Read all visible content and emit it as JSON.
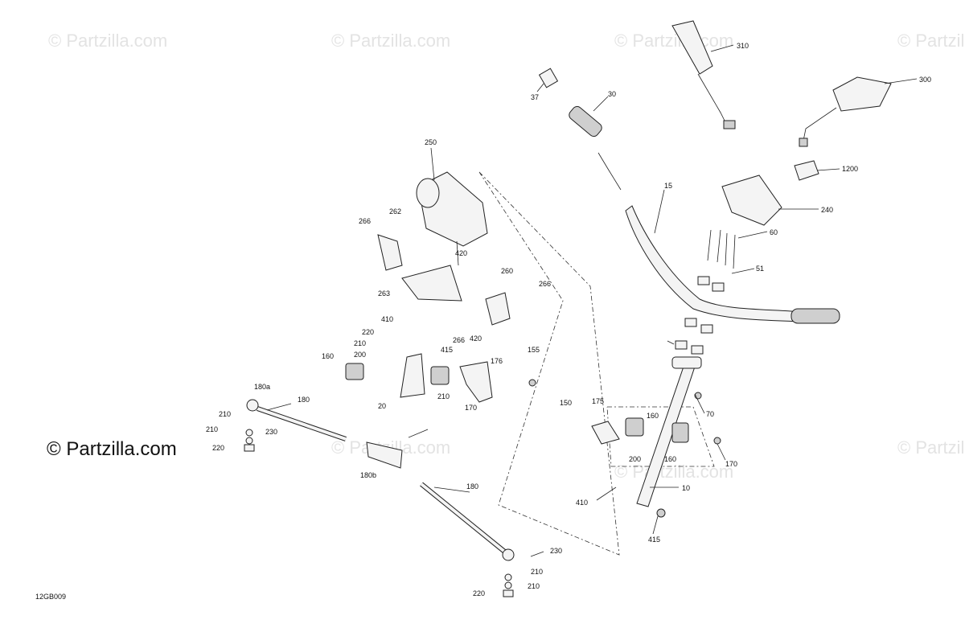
{
  "watermark_text": "© Partzilla.com",
  "brand_text": "© Partzilla.com",
  "diagram_code": "12GB009",
  "callouts": [
    "310",
    "300",
    "37",
    "30",
    "1200",
    "15",
    "240",
    "250",
    "262",
    "266",
    "60",
    "51",
    "420",
    "260",
    "266",
    "263",
    "410",
    "266",
    "420",
    "220",
    "155",
    "210",
    "415",
    "176",
    "200",
    "160",
    "20",
    "210",
    "170",
    "180a",
    "180",
    "210",
    "150",
    "175",
    "160",
    "70",
    "230",
    "210",
    "200",
    "160",
    "220",
    "170",
    "180b",
    "180",
    "410",
    "10",
    "415",
    "230",
    "210",
    "210",
    "220"
  ]
}
